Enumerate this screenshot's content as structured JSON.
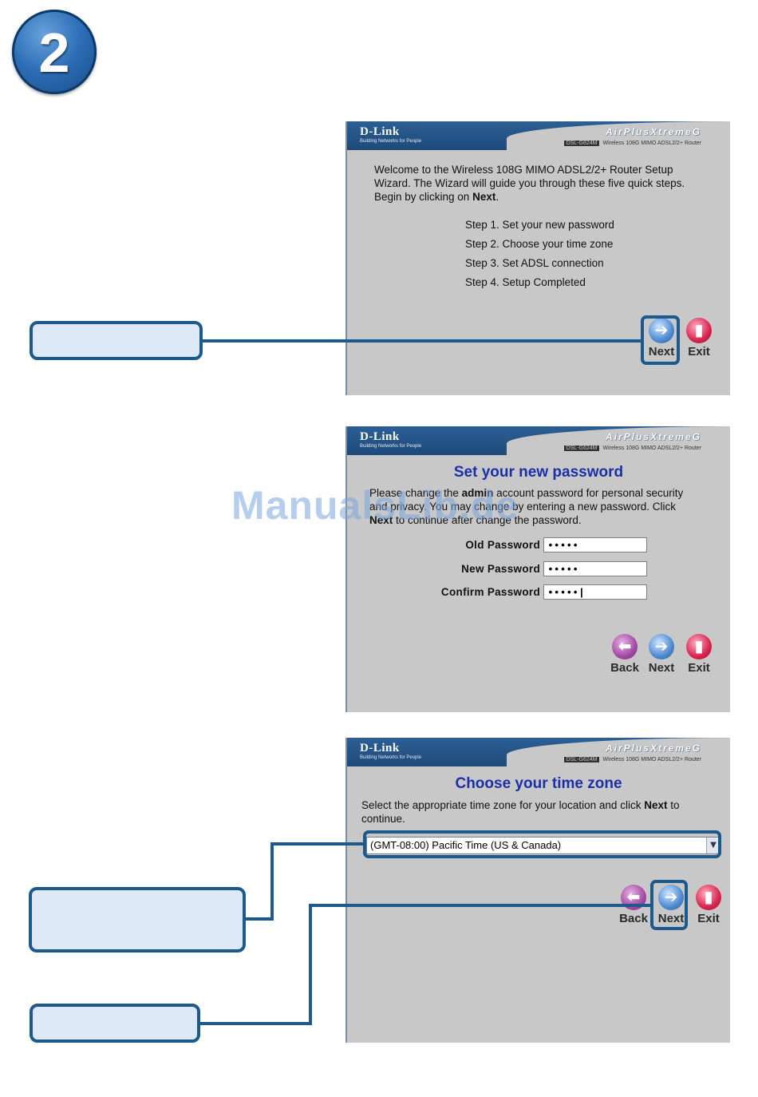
{
  "step_number": "2",
  "banner": {
    "logo": "D-Link",
    "tagline": "Building Networks for People",
    "product": "AirPlusXtremeG",
    "model_code": "DSL-G624M",
    "model_desc": "Wireless 108G MIMO ADSL2/2+ Router"
  },
  "panel1": {
    "intro_1": "Welcome to the Wireless 108G MIMO ADSL2/2+ Router Setup",
    "intro_2": "Wizard. The Wizard will guide you through these five quick steps.",
    "intro_3": "Begin by clicking on ",
    "intro_next": "Next",
    "intro_end": ".",
    "steps": [
      "Step 1. Set your new password",
      "Step 2. Choose your time zone",
      "Step 3. Set ADSL connection",
      "Step 4. Setup Completed"
    ],
    "next_label": "Next",
    "exit_label": "Exit"
  },
  "panel2": {
    "title": "Set your new password",
    "text_1a": "Please change the ",
    "text_1b": "admin",
    "text_1c": " account password for personal security",
    "text_2": "and privacy. You may change by entering a new password. Click",
    "text_3a": "Next",
    "text_3b": " to continue after change the password.",
    "fields": [
      {
        "label": "Old Password",
        "value": "•••••"
      },
      {
        "label": "New Password",
        "value": "•••••"
      },
      {
        "label": "Confirm Password",
        "value": "•••••|"
      }
    ],
    "back_label": "Back",
    "next_label": "Next",
    "exit_label": "Exit"
  },
  "panel3": {
    "title": "Choose your time zone",
    "text_1a": "Select the appropriate time zone for your location and click ",
    "text_1b": "Next",
    "text_1c": " to",
    "text_2": "continue.",
    "timezone": "(GMT-08:00) Pacific Time (US & Canada)",
    "back_label": "Back",
    "next_label": "Next",
    "exit_label": "Exit"
  },
  "watermark": "ManualsLib.de",
  "colors": {
    "accent": "#1c5a8e",
    "title": "#1b2fa8",
    "panel": "#c8c8c8"
  }
}
